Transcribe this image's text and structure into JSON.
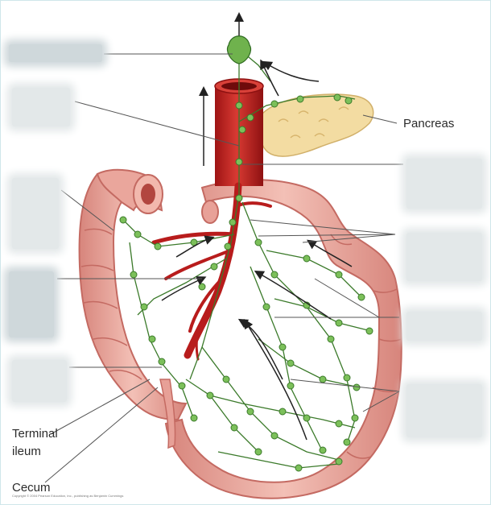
{
  "labels": {
    "pancreas": "Pancreas",
    "terminal_ileum_line1": "Terminal",
    "terminal_ileum_line2": "ileum",
    "cecum": "Cecum"
  },
  "credit": "Copyright © 2004 Pearson Education, Inc., publishing as Benjamin Cummings",
  "colors": {
    "colon": "#e9a9a0",
    "colon_outline": "#c46a62",
    "vessel": "#c21f1f",
    "lymph": "#3b7a2a",
    "node": "#7cc05a",
    "pancreas": "#f1d79a",
    "leader": "#555555",
    "blank": "#e3e8e9"
  },
  "hidden_labels": 9
}
